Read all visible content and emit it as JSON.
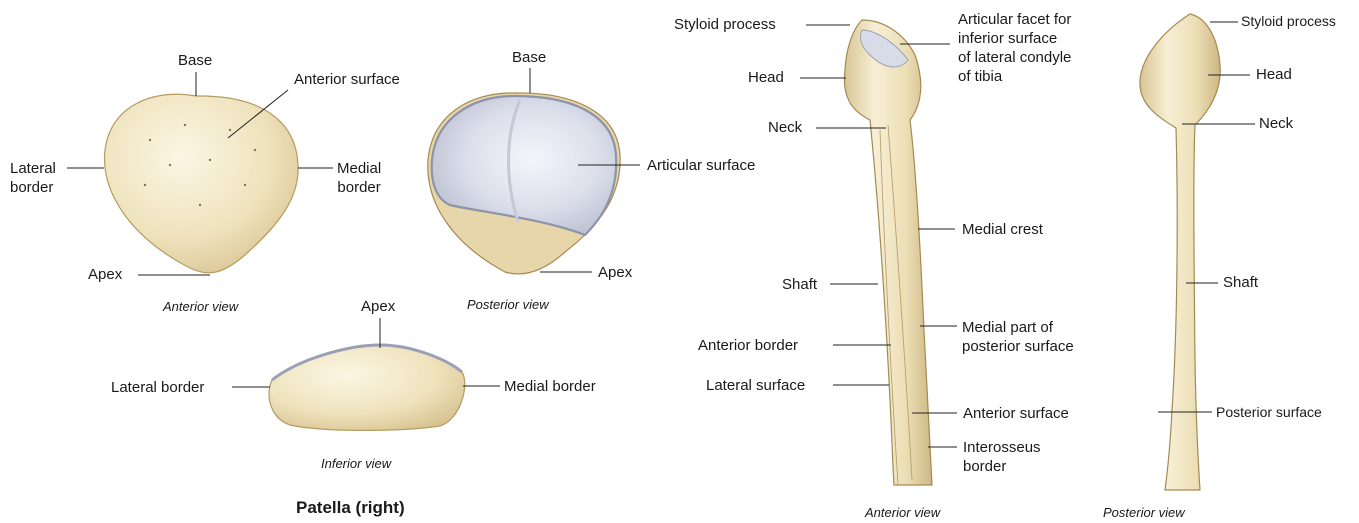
{
  "patella": {
    "title": "Patella (right)",
    "anterior": {
      "view": "Anterior view",
      "labels": {
        "base": "Base",
        "anterior_surface": "Anterior surface",
        "lateral_border": "Lateral\nborder",
        "medial_border": "Medial\nborder",
        "apex": "Apex"
      }
    },
    "posterior": {
      "view": "Posterior view",
      "labels": {
        "base": "Base",
        "articular_surface": "Articular surface",
        "apex": "Apex"
      }
    },
    "inferior": {
      "view": "Inferior view",
      "labels": {
        "apex": "Apex",
        "lateral_border": "Lateral border",
        "medial_border": "Medial border"
      }
    }
  },
  "fibula": {
    "anterior": {
      "view": "Anterior view",
      "labels": {
        "styloid_process": "Styloid process",
        "articular_facet": "Articular facet for\ninferior surface\nof lateral condyle\nof tibia",
        "head": "Head",
        "neck": "Neck",
        "medial_crest": "Medial crest",
        "shaft": "Shaft",
        "medial_part_posterior": "Medial part of\nposterior surface",
        "anterior_border": "Anterior border",
        "lateral_surface": "Lateral surface",
        "anterior_surface": "Anterior surface",
        "interosseus_border": "Interosseus\nborder"
      }
    },
    "posterior": {
      "view": "Posterior view",
      "labels": {
        "styloid_process": "Styloid process",
        "head": "Head",
        "neck": "Neck",
        "shaft": "Shaft",
        "posterior_surface": "Posterior surface"
      }
    }
  },
  "colors": {
    "bone_light": "#f6eed2",
    "bone_mid": "#e9dbb0",
    "bone_dark": "#c9b27a",
    "outline": "#a48a52",
    "cartilage": "#dfe2ee",
    "cartilage_edge": "#9aa0b3",
    "leader": "#222222"
  }
}
